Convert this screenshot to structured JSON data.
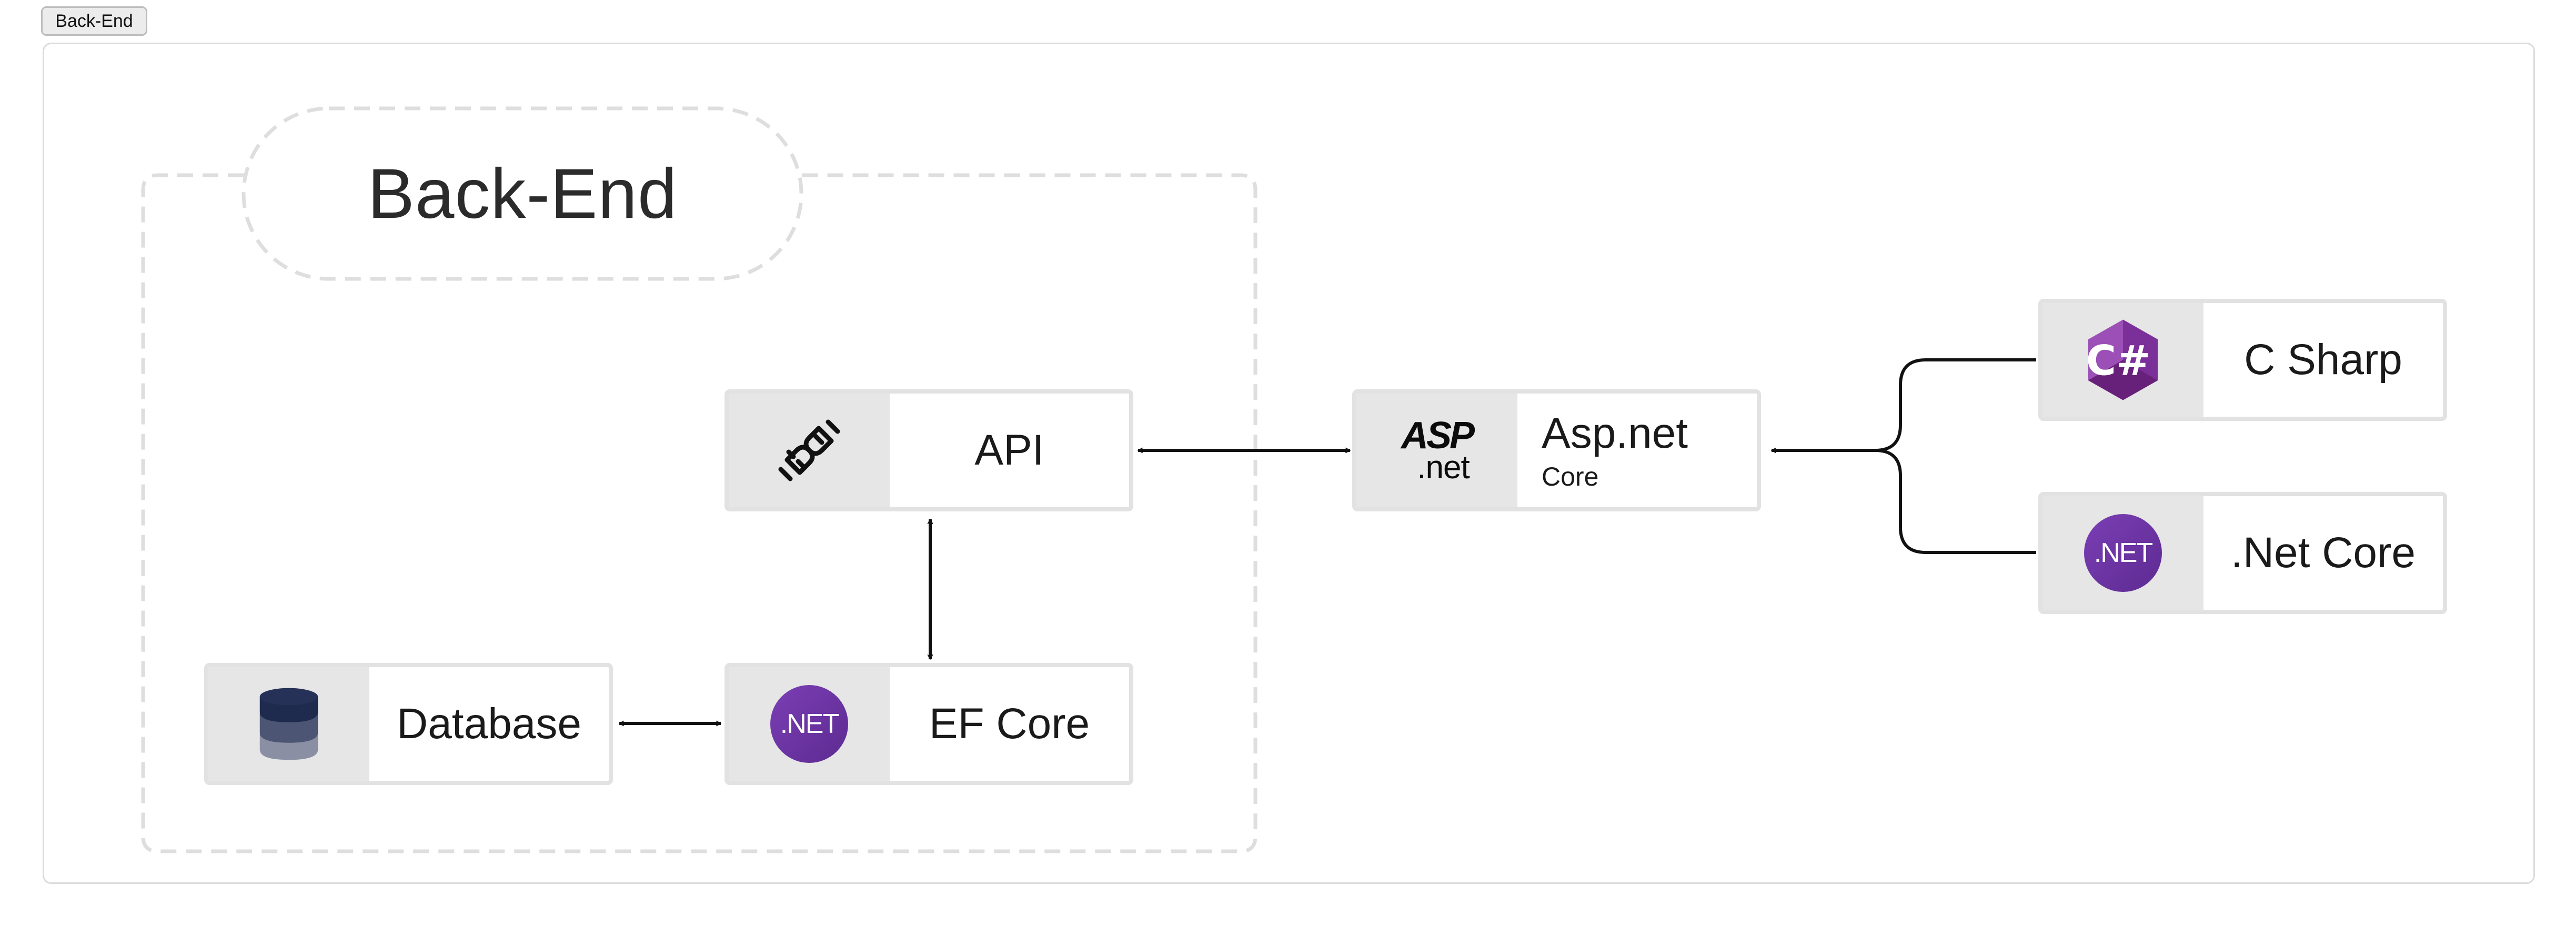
{
  "tab": {
    "label": "Back-End"
  },
  "group": {
    "title": "Back-End"
  },
  "nodes": {
    "api": {
      "label": "API",
      "icon": "plug-icon"
    },
    "database": {
      "label": "Database",
      "icon": "database-icon"
    },
    "efcore": {
      "label": "EF Core",
      "icon": "dotnet-logo-icon",
      "logo_text": ".NET"
    },
    "aspnet": {
      "label": "Asp.net",
      "sublabel": "Core",
      "icon": "aspnet-logo-icon",
      "logo_top": "ASP",
      "logo_bottom": ".net"
    },
    "csharp": {
      "label": "C Sharp",
      "icon": "csharp-logo-icon",
      "logo_text": "C#"
    },
    "netcore": {
      "label": ".Net Core",
      "icon": "dotnet-logo-icon",
      "logo_text": ".NET"
    }
  },
  "colors": {
    "dotnet_purple": "#6a32a8",
    "csharp_purple": "#953dac",
    "database_dark": "#1f2a4f",
    "connector": "#111111",
    "border": "#e2e2e2"
  }
}
